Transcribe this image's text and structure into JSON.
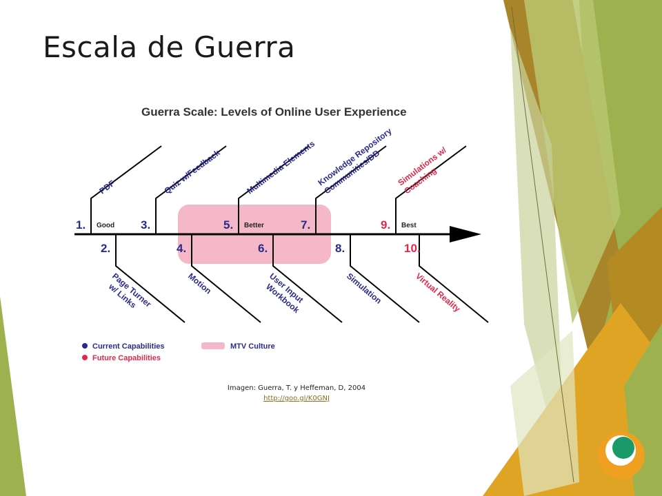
{
  "slide": {
    "title": "Escala de Guerra",
    "caption": {
      "credit": "Imagen: Guerra, T. y Heffeman, D, 2004",
      "link": "http://goo.gl/K0GNJ"
    },
    "colors": {
      "olive_green": "#9db24e",
      "light_green": "#c4cf8f",
      "gold": "#a8852a",
      "orange": "#e0a425",
      "logo_orange": "#f0a020",
      "logo_green": "#1a9a6a"
    },
    "logo_icon": "circle-logo-icon"
  },
  "diagram": {
    "title": "Guerra Scale: Levels of Online User Experience",
    "colors": {
      "current": "#2a2a8c",
      "future": "#e0284a",
      "highlight": "#f5b8c8",
      "line": "#000000"
    },
    "levels_top": [
      {
        "num": "1.",
        "zone": "Good",
        "label": [
          "PDF"
        ],
        "future": false
      },
      {
        "num": "3.",
        "zone": "",
        "label": [
          "Quiz w/Feedback"
        ],
        "future": false
      },
      {
        "num": "5.",
        "zone": "Better",
        "label": [
          "Multimedia Elements"
        ],
        "future": false
      },
      {
        "num": "7.",
        "zone": "",
        "label": [
          "Knowledge Repository",
          "Communities/DB"
        ],
        "future": false
      },
      {
        "num": "9.",
        "zone": "Best",
        "label": [
          "Simulations w/",
          "Coaching"
        ],
        "future": true
      }
    ],
    "levels_bottom": [
      {
        "num": "2.",
        "label": [
          "Page Turner",
          "w/ Links"
        ],
        "future": false
      },
      {
        "num": "4.",
        "label": [
          "Motion"
        ],
        "future": false
      },
      {
        "num": "6.",
        "label": [
          "User Input",
          "Workbook"
        ],
        "future": false
      },
      {
        "num": "8.",
        "label": [
          "Simulation"
        ],
        "future": false
      },
      {
        "num": "10.",
        "label": [
          "Virtual Reality"
        ],
        "future": true
      }
    ],
    "legend": [
      {
        "label": "Current Capabilities",
        "kind": "current"
      },
      {
        "label": "Future Capabilities",
        "kind": "future"
      },
      {
        "label": "MTV Culture",
        "kind": "highlight"
      }
    ]
  }
}
